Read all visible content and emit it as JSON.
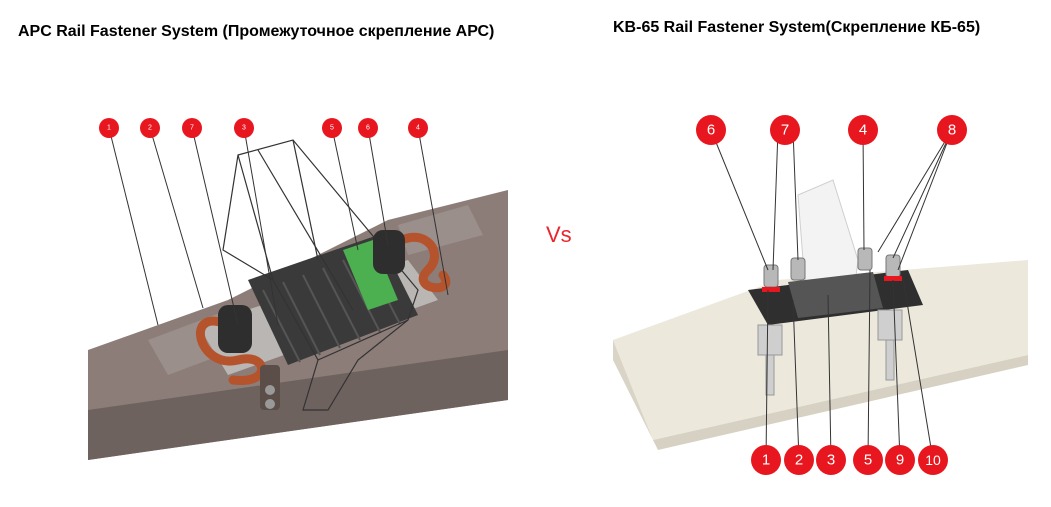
{
  "left": {
    "title": "APC Rail Fastener System (Промежуточное скрепление АРС)",
    "callouts": [
      "1",
      "2",
      "7",
      "3",
      "5",
      "6",
      "4"
    ]
  },
  "separator": "Vs",
  "right": {
    "title": "KB-65 Rail Fastener System(Скрепление КБ-65)",
    "top_callouts": [
      "6",
      "7",
      "4",
      "8"
    ],
    "bottom_callouts": [
      "1",
      "2",
      "3",
      "5",
      "9",
      "10"
    ]
  },
  "colors": {
    "callout": "#e8171f",
    "accent_text": "#e8262c",
    "sleeper_left": "#8c7d79",
    "sleeper_right": "#ece8dc",
    "clip": "#b5532c",
    "pad": "#4caf50"
  }
}
